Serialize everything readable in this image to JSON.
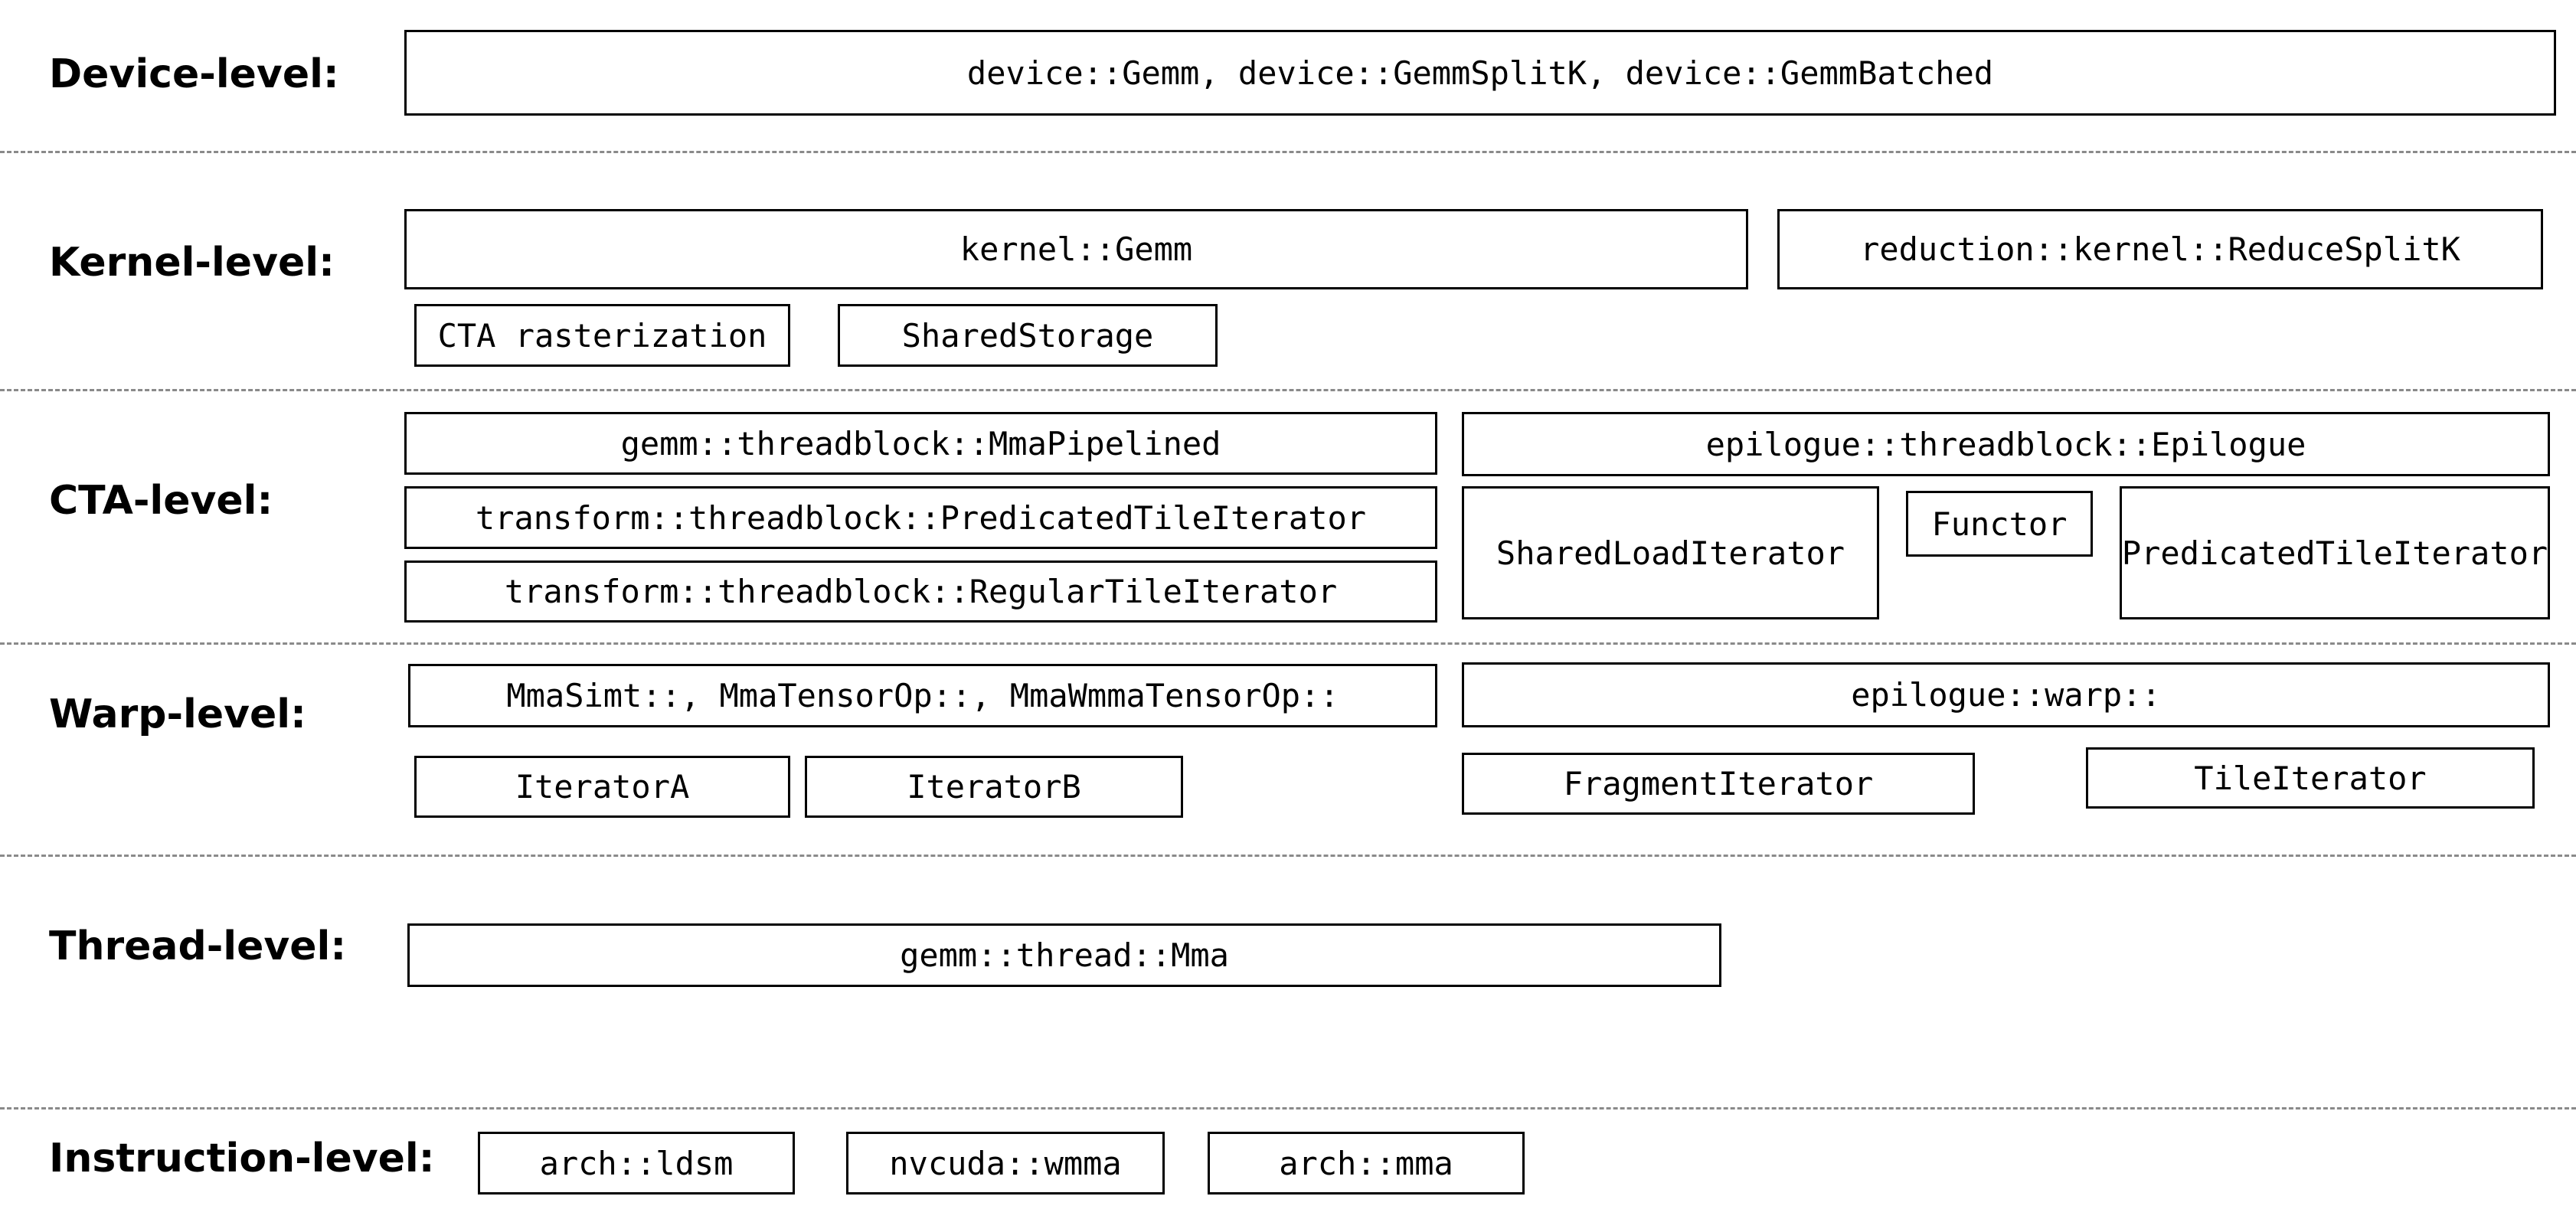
{
  "levels": {
    "device": {
      "label": "Device-level:",
      "boxes": {
        "main": "device::Gemm, device::GemmSplitK, device::GemmBatched"
      }
    },
    "kernel": {
      "label": "Kernel-level:",
      "boxes": {
        "gemm": "kernel::Gemm",
        "reduce_splitk": "reduction::kernel::ReduceSplitK",
        "cta_rasterization": "CTA rasterization",
        "shared_storage": "SharedStorage"
      }
    },
    "cta": {
      "label": "CTA-level:",
      "boxes": {
        "mma_pipelined": "gemm::threadblock::MmaPipelined",
        "predicated_tile_iterator": "transform::threadblock::PredicatedTileIterator",
        "regular_tile_iterator": "transform::threadblock::RegularTileIterator",
        "epilogue": "epilogue::threadblock::Epilogue",
        "shared_load_iterator": "SharedLoadIterator",
        "functor": "Functor",
        "epilogue_predicated_tile_iterator": "PredicatedTileIterator"
      }
    },
    "warp": {
      "label": "Warp-level:",
      "boxes": {
        "mma_variants": "MmaSimt::, MmaTensorOp::, MmaWmmaTensorOp::",
        "epilogue_warp": "epilogue::warp::",
        "iterator_a": "IteratorA",
        "iterator_b": "IteratorB",
        "fragment_iterator": "FragmentIterator",
        "tile_iterator": "TileIterator"
      }
    },
    "thread": {
      "label": "Thread-level:",
      "boxes": {
        "mma": "gemm::thread::Mma"
      }
    },
    "instruction": {
      "label": "Instruction-level:",
      "boxes": {
        "ldsm": "arch::ldsm",
        "wmma": "nvcuda::wmma",
        "mma": "arch::mma"
      }
    }
  }
}
